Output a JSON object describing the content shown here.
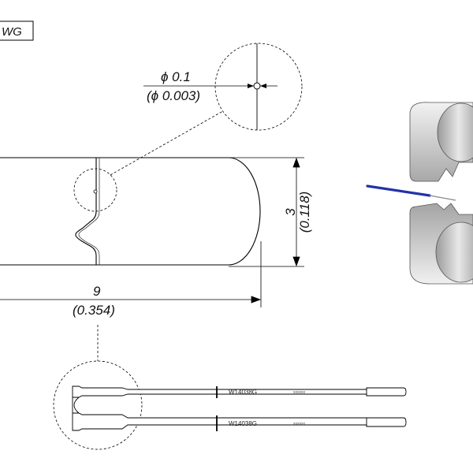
{
  "diagram": {
    "header_code": "WG",
    "dimensions": {
      "diameter_mm": "ϕ 0.1",
      "diameter_in": "(ϕ 0.003)",
      "length_mm": "9",
      "length_in": "(0.354)",
      "height_mm": "3",
      "height_in": "(0.118)"
    },
    "tip_labels": {
      "upper_part_number": "W14038G",
      "upper_code": "xxxxxx",
      "lower_part_number": "W14038G",
      "lower_code": "xxxxxx"
    },
    "colors": {
      "line": "#000000",
      "wire": "#2233aa",
      "tool_gray": "#b8b8b8"
    }
  }
}
